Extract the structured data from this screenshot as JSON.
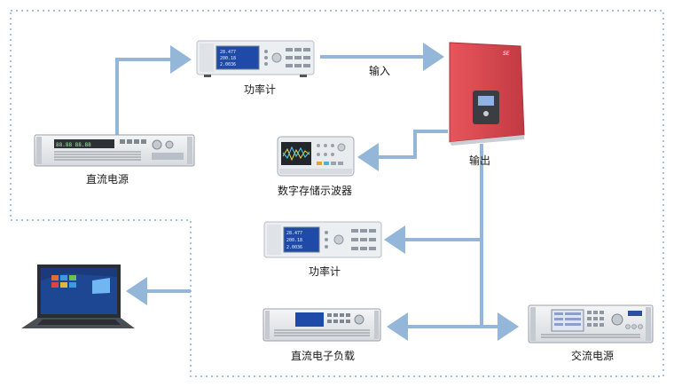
{
  "labels": {
    "power_meter_top": "功率计",
    "input": "输入",
    "output": "输出",
    "dc_source": "直流电源",
    "oscilloscope": "数字存储示波器",
    "power_meter_bottom": "功率计",
    "dc_load": "直流电子负载",
    "ac_source": "交流电源"
  },
  "colors": {
    "arrow": "#93b6d9",
    "dotted_border": "#9fc3e3",
    "inverter": "#e04a52",
    "device_panel": "#e9ecef",
    "screen": "#1f4aa8",
    "laptop_screen": "#1b3a7a"
  }
}
